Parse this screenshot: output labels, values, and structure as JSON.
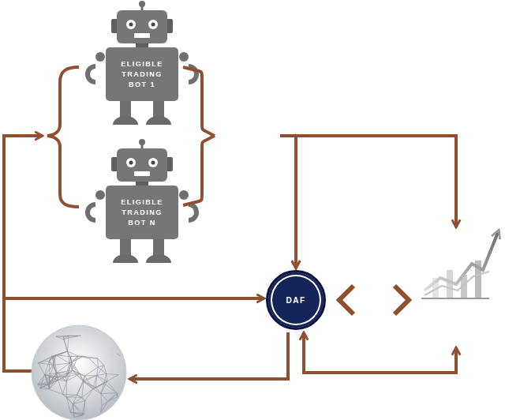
{
  "diagram": {
    "nodes": [
      {
        "text": [
          "ELIGIBLE TRADING BOT 1"
        ]
      },
      {
        "text": [
          "ELIGIBLE TRADING BOT N"
        ]
      },
      {
        "text": [
          "DAF"
        ]
      }
    ],
    "edges": [
      {
        "from": 0,
        "to": 2,
        "arrow": "to"
      },
      {
        "from": 1,
        "to": 2,
        "arrow": "to"
      }
    ]
  }
}
